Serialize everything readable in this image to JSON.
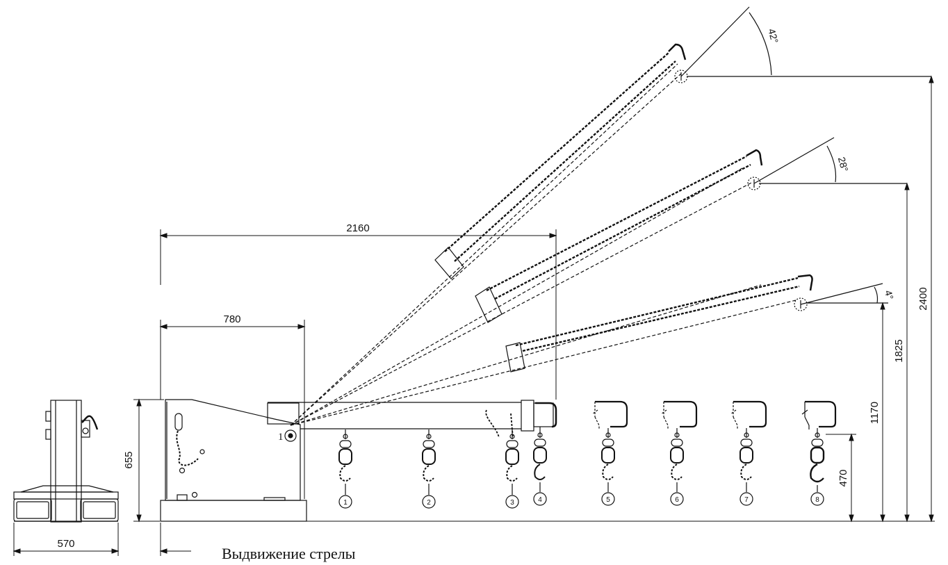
{
  "dimensions": {
    "base_width": "570",
    "height_base": "655",
    "length_780": "780",
    "length_2160": "2160",
    "height_470": "470",
    "height_1170": "1170",
    "height_1825": "1825",
    "height_2400": "2400"
  },
  "angles": {
    "a1": "4°",
    "a2": "28°",
    "a3": "42°"
  },
  "pin_label": "1",
  "positions": [
    "1",
    "2",
    "3",
    "4",
    "5",
    "6",
    "7",
    "8"
  ],
  "caption": "Выдвижение стрелы"
}
